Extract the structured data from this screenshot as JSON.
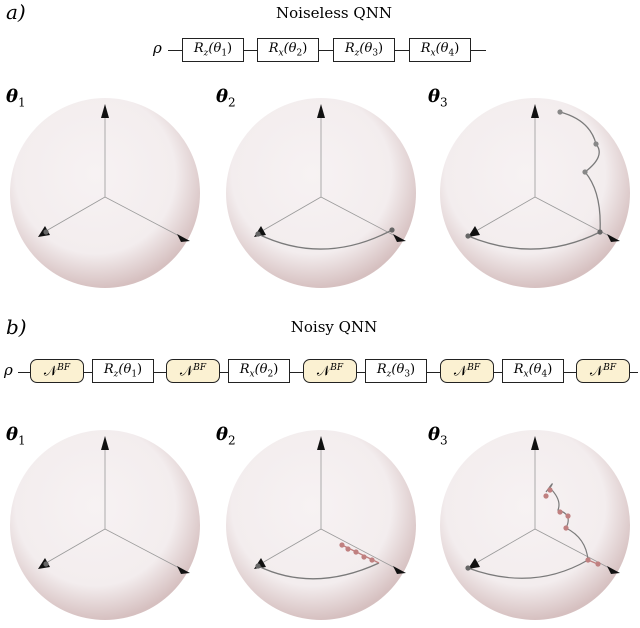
{
  "panel_a": {
    "letter": "a)",
    "title": "Noiseless QNN",
    "rho": "ρ",
    "gates": [
      "R_z(θ1)",
      "R_x(θ2)",
      "R_z(θ3)",
      "R_x(θ4)"
    ]
  },
  "panel_b": {
    "letter": "b)",
    "title": "Noisy QNN",
    "rho": "ρ",
    "gates": [
      "N^BF",
      "R_z(θ1)",
      "N^BF",
      "R_x(θ2)",
      "N^BF",
      "R_z(θ3)",
      "N^BF",
      "R_x(θ4)",
      "N^BF"
    ]
  },
  "sphere_labels": [
    "θ1",
    "θ2",
    "θ3"
  ],
  "colors": {
    "sphere_center": "#f3edee",
    "sphere_edge": "#d6c0c0",
    "trajectory": "#7a7a7a",
    "noisy_points": "#c08080",
    "noise_gate_fill": "#fbf1d2"
  }
}
